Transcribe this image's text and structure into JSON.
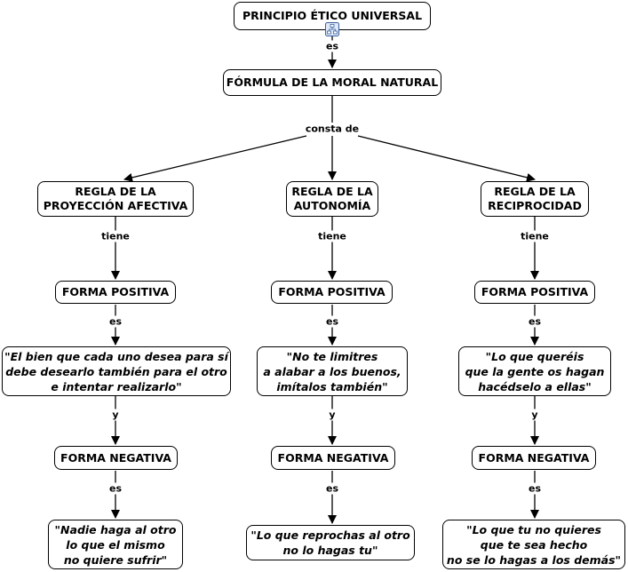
{
  "diagram": {
    "root": "PRINCIPIO ÉTICO UNIVERSAL",
    "root_link": "es",
    "formula": "FÓRMULA DE LA MORAL NATURAL",
    "formula_link": "consta de",
    "columns": [
      {
        "rule": "REGLA DE LA\nPROYECCIÓN AFECTIVA",
        "link_tiene": "tiene",
        "positive": "FORMA POSITIVA",
        "link_es1": "es",
        "positive_quote": "\"El bien que cada uno desea para sí\ndebe desearlo también para el otro\ne intentar realizarlo\"",
        "link_y": "y",
        "negative": "FORMA NEGATIVA",
        "link_es2": "es",
        "negative_quote": "\"Nadie haga al otro\nlo que el mismo\nno quiere sufrir\""
      },
      {
        "rule": "REGLA DE LA\nAUTONOMÍA",
        "link_tiene": "tiene",
        "positive": "FORMA POSITIVA",
        "link_es1": "es",
        "positive_quote": "\"No te limitres\na alabar a los buenos,\nimítalos también\"",
        "link_y": "y",
        "negative": "FORMA NEGATIVA",
        "link_es2": "es",
        "negative_quote": "\"Lo que reprochas al otro\nno lo hagas tu\""
      },
      {
        "rule": "REGLA DE LA\nRECIPROCIDAD",
        "link_tiene": "tiene",
        "positive": "FORMA POSITIVA",
        "link_es1": "es",
        "positive_quote": "\"Lo que queréis\nque la gente os hagan\nhacédselo a ellas\"",
        "link_y": "y",
        "negative": "FORMA NEGATIVA",
        "link_es2": "es",
        "negative_quote": "\"Lo que tu no quieres\nque te sea hecho\nno se lo hagas a los demás\""
      }
    ],
    "icon": "concept-map-icon"
  }
}
